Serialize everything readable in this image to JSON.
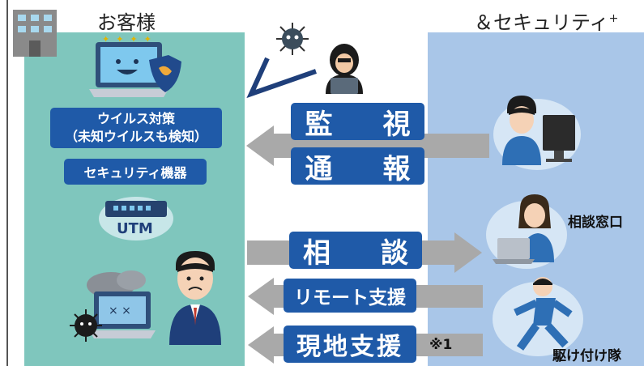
{
  "titles": {
    "customer": "お客様",
    "provider": "＆セキュリティ",
    "provider_mark": "+"
  },
  "labels": {
    "antivirus_line1": "ウイルス対策",
    "antivirus_line2": "（未知ウイルスも検知）",
    "security_device": "セキュリティ機器",
    "utm": "UTM",
    "consult_desk": "相談窓口",
    "rush_team": "駆け付け隊",
    "note_mark": "※1"
  },
  "flows": [
    {
      "label": "監　視",
      "direction": "left"
    },
    {
      "label": "通　報",
      "direction": "left"
    },
    {
      "label": "相　談",
      "direction": "right"
    },
    {
      "label": "リモート支援",
      "direction": "left"
    },
    {
      "label": "現地支援",
      "direction": "left"
    }
  ],
  "colors": {
    "customer_panel": "#7fc6bd",
    "provider_panel": "#a9c6e8",
    "pill": "#1f5aa8",
    "arrow": "#a9a9a9"
  },
  "icons": [
    "building-icon",
    "laptop-shield-icon",
    "virus-icon",
    "hacker-icon",
    "utm-device-icon",
    "worried-man-icon",
    "broken-laptop-icon",
    "operator-monitor-icon",
    "support-desk-icon",
    "running-engineer-icon"
  ]
}
